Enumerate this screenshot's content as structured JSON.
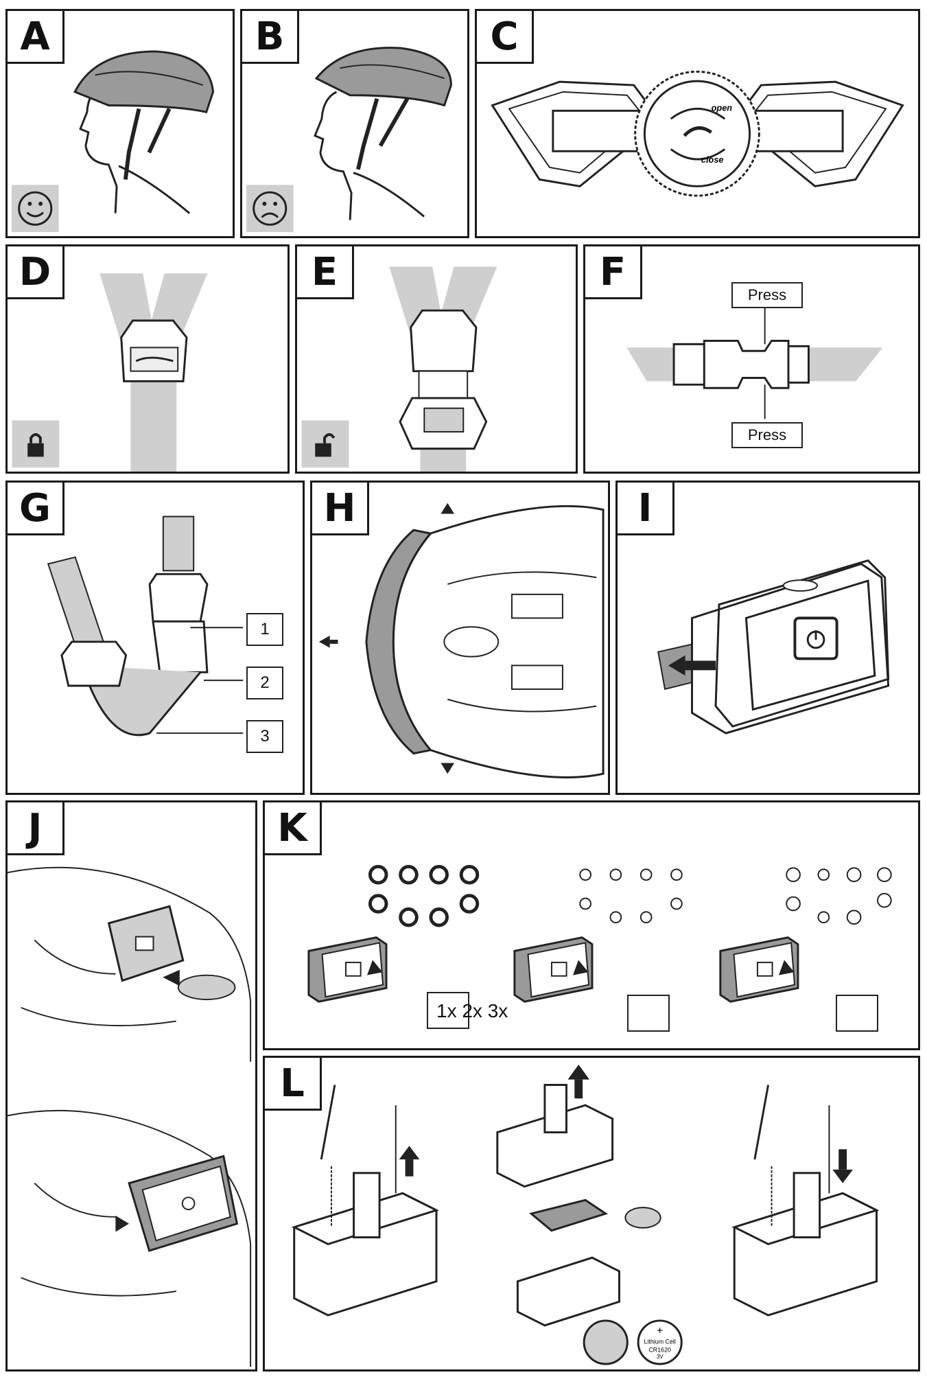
{
  "panels": {
    "a": {
      "letter": "A"
    },
    "b": {
      "letter": "B"
    },
    "c": {
      "letter": "C",
      "dial_top": "open",
      "dial_bottom": "close"
    },
    "d": {
      "letter": "D"
    },
    "e": {
      "letter": "E"
    },
    "f": {
      "letter": "F",
      "press_top": "Press",
      "press_bottom": "Press"
    },
    "g": {
      "letter": "G",
      "callouts": [
        "1",
        "2",
        "3"
      ]
    },
    "h": {
      "letter": "H"
    },
    "i": {
      "letter": "I"
    },
    "j": {
      "letter": "J"
    },
    "k": {
      "letter": "K",
      "counts": "1x 2x 3x"
    },
    "l": {
      "letter": "L",
      "battery_label": "Lithium Cell",
      "battery_model": "CR1620",
      "battery_voltage": "3V",
      "battery_plus": "+"
    }
  },
  "colors": {
    "ink": "#1a1a1a",
    "shade": "#cfcfcf",
    "shade_dark": "#9a9a9a"
  }
}
